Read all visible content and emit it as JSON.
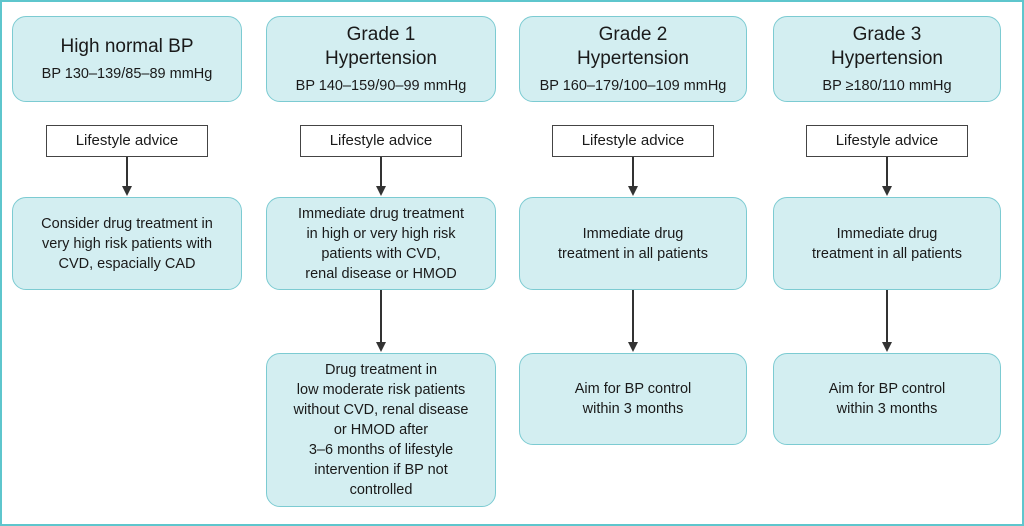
{
  "columns": [
    {
      "title": "High normal BP",
      "range": "BP 130–139/85–89 mmHg",
      "advice": "Lifestyle advice",
      "steps": [
        "Consider drug treatment in\nvery high risk patients with\nCVD, espacially CAD"
      ]
    },
    {
      "title": "Grade 1\nHypertension",
      "range": "BP 140–159/90–99 mmHg",
      "advice": "Lifestyle advice",
      "steps": [
        "Immediate drug treatment\nin high or very high risk\npatients with CVD,\nrenal disease or HMOD",
        "Drug treatment in\nlow moderate risk patients\nwithout CVD, renal disease\nor HMOD after\n3–6 months of lifestyle\nintervention if BP not\ncontrolled"
      ]
    },
    {
      "title": "Grade 2\nHypertension",
      "range": "BP 160–179/100–109 mmHg",
      "advice": "Lifestyle advice",
      "steps": [
        "Immediate drug\ntreatment in all patients",
        "Aim for BP control\nwithin 3 months"
      ]
    },
    {
      "title": "Grade 3\nHypertension",
      "range": "BP ≥180/110 mmHg",
      "advice": "Lifestyle advice",
      "steps": [
        "Immediate drug\ntreatment in all patients",
        "Aim for BP control\nwithin 3 months"
      ]
    }
  ]
}
